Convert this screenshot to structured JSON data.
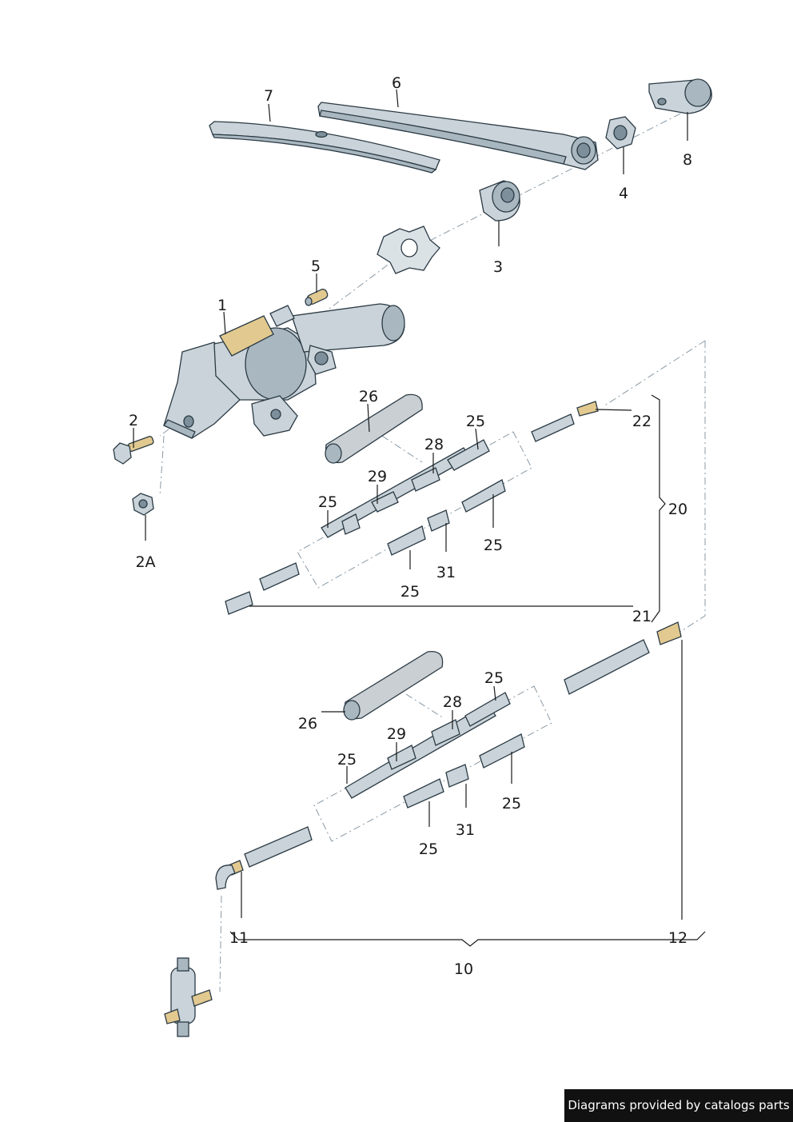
{
  "labels": {
    "p1": "1",
    "p2": "2",
    "p2a": "2A",
    "p3": "3",
    "p4": "4",
    "p5": "5",
    "p6": "6",
    "p7": "7",
    "p8": "8",
    "p10": "10",
    "p11": "11",
    "p12": "12",
    "p20": "20",
    "p21": "21",
    "p22": "22",
    "p25": "25",
    "p26": "26",
    "p28": "28",
    "p29": "29",
    "p31": "31"
  },
  "footer": {
    "credit": "Diagrams provided by catalogs parts"
  },
  "colors": {
    "part_fill": "#c9d3d9",
    "part_shade": "#a9b7c0",
    "outline": "#2b3a44",
    "accent": "#e2c98f",
    "footer_bg": "#111111"
  }
}
